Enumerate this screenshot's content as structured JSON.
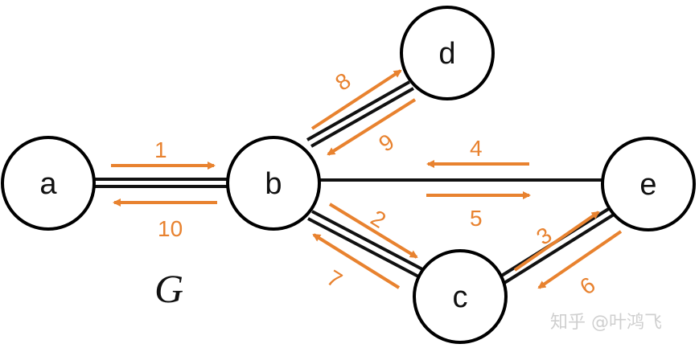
{
  "graph": {
    "name": "G",
    "nodes": [
      {
        "id": "a",
        "label": "a"
      },
      {
        "id": "b",
        "label": "b"
      },
      {
        "id": "c",
        "label": "c"
      },
      {
        "id": "d",
        "label": "d"
      },
      {
        "id": "e",
        "label": "e"
      }
    ],
    "edges": [
      {
        "from": "a",
        "to": "b",
        "style": "double"
      },
      {
        "from": "b",
        "to": "d",
        "style": "double"
      },
      {
        "from": "b",
        "to": "e",
        "style": "single"
      },
      {
        "from": "b",
        "to": "c",
        "style": "double"
      },
      {
        "from": "c",
        "to": "e",
        "style": "double"
      }
    ],
    "traversal": [
      {
        "step": "1",
        "from": "a",
        "to": "b"
      },
      {
        "step": "2",
        "from": "b",
        "to": "c"
      },
      {
        "step": "3",
        "from": "c",
        "to": "e"
      },
      {
        "step": "4",
        "from": "e",
        "to": "b"
      },
      {
        "step": "5",
        "from": "b",
        "to": "e"
      },
      {
        "step": "6",
        "from": "e",
        "to": "c"
      },
      {
        "step": "7",
        "from": "c",
        "to": "b"
      },
      {
        "step": "8",
        "from": "b",
        "to": "d"
      },
      {
        "step": "9",
        "from": "d",
        "to": "b"
      },
      {
        "step": "10",
        "from": "b",
        "to": "a"
      }
    ]
  },
  "colors": {
    "node_stroke": "#000000",
    "edge": "#111111",
    "arrow": "#E8822F"
  },
  "watermark": "知乎 @叶鸿飞"
}
